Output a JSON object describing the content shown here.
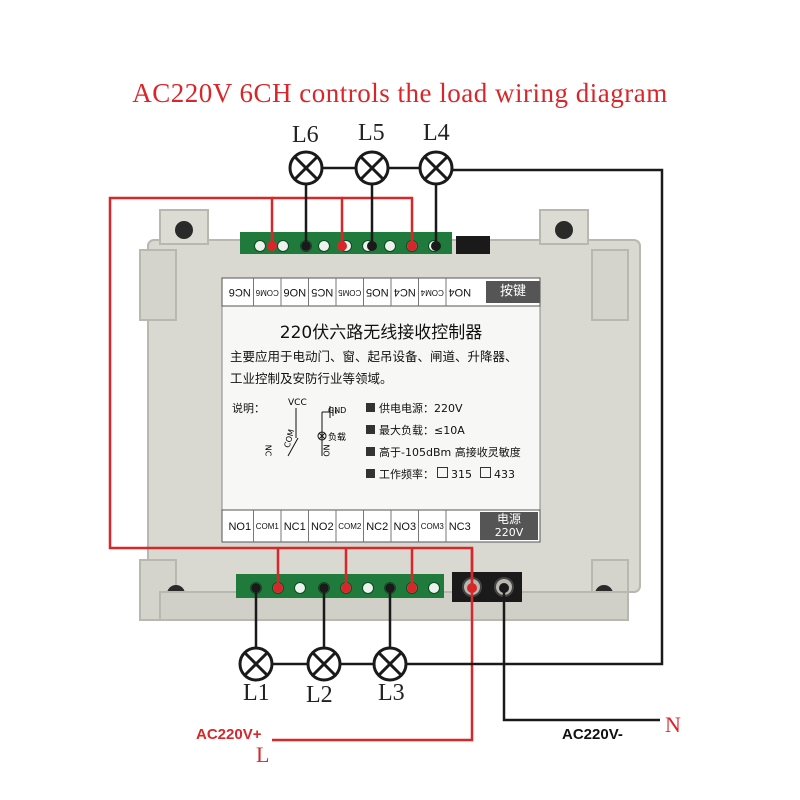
{
  "title": "AC220V 6CH controls the load wiring diagram",
  "lamps_top": [
    "L6",
    "L5",
    "L4"
  ],
  "lamps_bottom": [
    "L1",
    "L2",
    "L3"
  ],
  "supply": {
    "live_label": "AC220V+",
    "live_letter": "L",
    "neutral_label": "AC220V-",
    "neutral_letter": "N"
  },
  "board": {
    "top_terminals": [
      "NC6",
      "COM6",
      "NO6",
      "NC5",
      "COM5",
      "NO5",
      "NC4",
      "COM4",
      "NO4"
    ],
    "bottom_terminals": [
      "NO1",
      "COM1",
      "NC1",
      "NO2",
      "COM2",
      "NC2",
      "NO3",
      "COM3",
      "NC3"
    ],
    "brand": "按键",
    "power_label": "电源",
    "power_value": "220V",
    "product_title": "220伏六路无线接收控制器",
    "desc_line1": "主要应用于电动门、窗、起吊设备、闸道、升降器、",
    "desc_line2": "工业控制及安防行业等领域。",
    "note_label": "说明：",
    "schematic": {
      "vcc": "VCC",
      "gnd": "GND",
      "load": "负载",
      "nc": "NC",
      "com": "COM",
      "no": "NO"
    },
    "specs": [
      "供电电源：220V",
      "最大负载：≤10A",
      "高于-105dBm 高接收灵敏度",
      "工作频率：",
      "315",
      "433"
    ]
  },
  "colors": {
    "red": "#d8262a",
    "black": "#1a1a1a",
    "housing": "#dcdcd4",
    "terminal": "#1f7a3c"
  }
}
